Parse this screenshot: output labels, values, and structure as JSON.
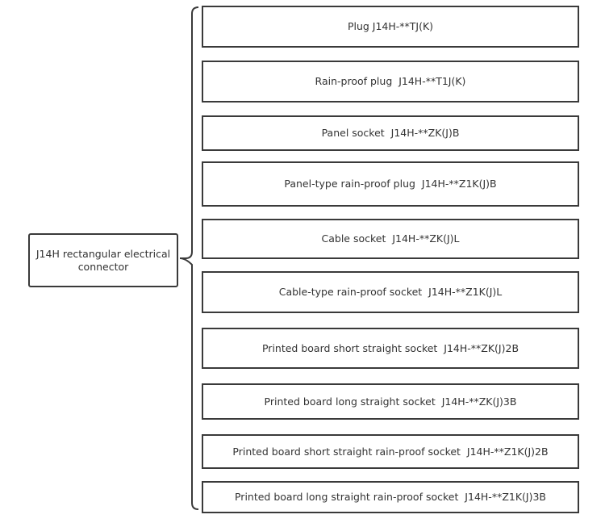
{
  "root": {
    "label": "J14H rectangular electrical connector"
  },
  "items": [
    {
      "label": "Plug J14H-**TJ(K)"
    },
    {
      "label": "Rain-proof plug  J14H-**T1J(K)"
    },
    {
      "label": "Panel socket  J14H-**ZK(J)B"
    },
    {
      "label": "Panel-type rain-proof plug  J14H-**Z1K(J)B"
    },
    {
      "label": "Cable socket  J14H-**ZK(J)L"
    },
    {
      "label": "Cable-type rain-proof socket  J14H-**Z1K(J)L"
    },
    {
      "label": "Printed board short straight socket  J14H-**ZK(J)2B"
    },
    {
      "label": "Printed board long straight socket  J14H-**ZK(J)3B"
    },
    {
      "label": "Printed board short straight rain-proof socket  J14H-**Z1K(J)2B"
    },
    {
      "label": "Printed board long straight rain-proof socket  J14H-**Z1K(J)3B"
    }
  ]
}
